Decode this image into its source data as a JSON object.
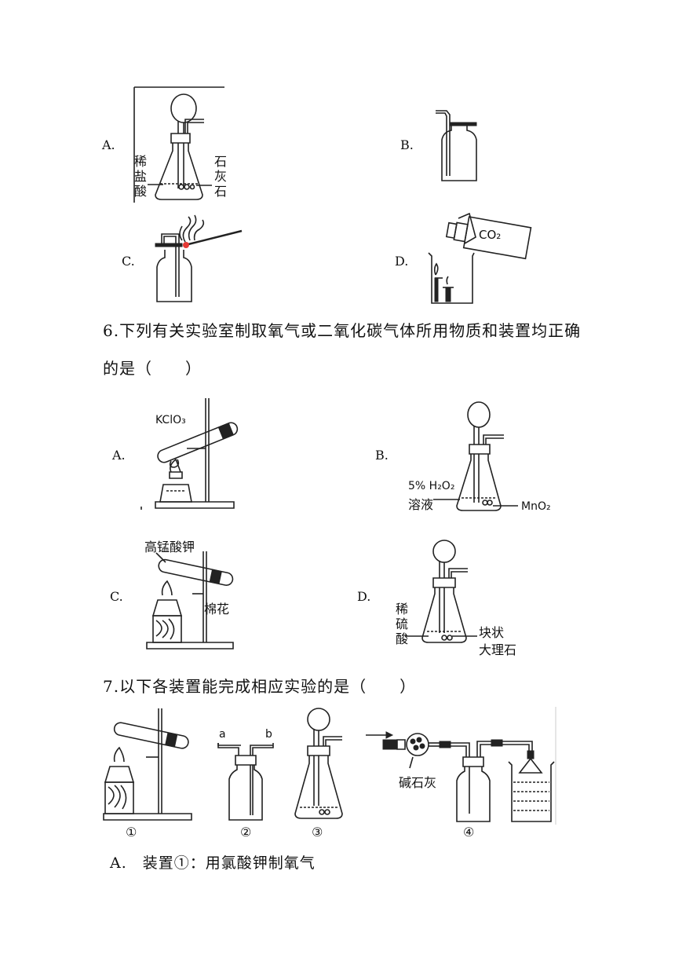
{
  "q5_options": {
    "A": {
      "label": "A.",
      "left_label": [
        "稀",
        "盐",
        "酸"
      ],
      "right_label": [
        "石",
        "灰",
        "石"
      ]
    },
    "B": {
      "label": "B."
    },
    "C": {
      "label": "C."
    },
    "D": {
      "label": "D.",
      "gas_label": "CO₂"
    }
  },
  "q6": {
    "text_line1": "6.下列有关实验室制取氧气或二氧化碳气体所用物质和装置均正确",
    "text_line2": "的是（　　）",
    "A": {
      "label": "A.",
      "reagent": "KClO₃"
    },
    "B": {
      "label": "B.",
      "liquid_line1": "5% H₂O₂",
      "liquid_line2": "溶液",
      "solid": "MnO₂"
    },
    "C": {
      "label": "C.",
      "reagent": "高锰酸钾",
      "plug": "棉花"
    },
    "D": {
      "label": "D.",
      "left_label": [
        "稀",
        "硫",
        "酸"
      ],
      "solid_line1": "块状",
      "solid_line2": "大理石"
    }
  },
  "q7": {
    "text": "7.以下各装置能完成相应实验的是（　　）",
    "port_a": "a",
    "port_b": "b",
    "drying_agent": "碱石灰",
    "device_labels": [
      "①",
      "②",
      "③",
      "④"
    ],
    "option_a": "A.　装置①：用氯酸钾制氧气"
  },
  "colors": {
    "flame_dot": "#e53935",
    "line": "#222222"
  }
}
